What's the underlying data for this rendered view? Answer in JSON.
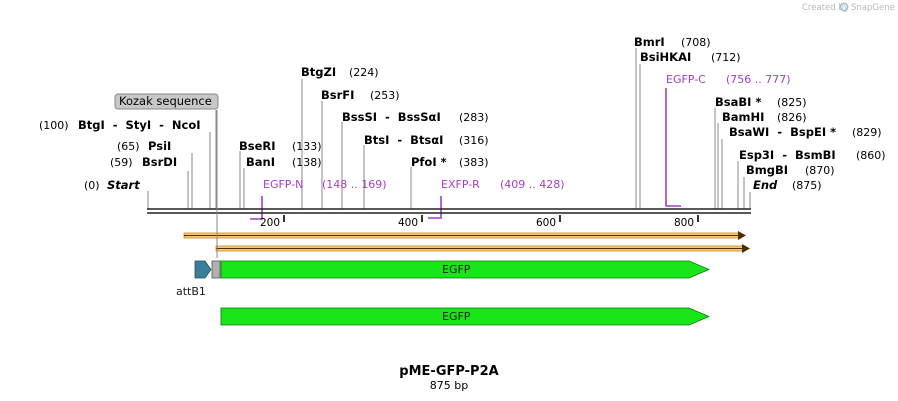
{
  "credit": {
    "text": "Created by",
    "brand": "SnapGene"
  },
  "map": {
    "title": "pME-GFP-P2A",
    "length_label": "875 bp",
    "ruler_ticks": [
      "200",
      "400",
      "600",
      "800"
    ],
    "features": [
      {
        "name": "EGFP",
        "label": "EGFP",
        "color": "#19e619"
      },
      {
        "name": "EGFP",
        "label": "EGFP",
        "color": "#19e619"
      },
      {
        "name": "attB1",
        "label": "attB1",
        "color": "#3a7e99"
      },
      {
        "name": "Kozak sequence",
        "label": "Kozak sequence",
        "color": "#b0b0b0"
      }
    ],
    "primers": [
      {
        "name": "EGFP-N",
        "range": "(148 .. 169)",
        "color": "#a23ec6"
      },
      {
        "name": "EXFP-R",
        "range": "(409 .. 428)",
        "color": "#a23ec6"
      },
      {
        "name": "EGFP-C",
        "range": "(756 .. 777)",
        "color": "#a23ec6"
      }
    ],
    "sites_left": [
      {
        "pos": "(0)",
        "name": "Start"
      },
      {
        "pos": "(59)",
        "name": "BsrDI"
      },
      {
        "pos": "(65)",
        "name": "PsiI"
      },
      {
        "pos": "(100)",
        "name": "BtgI  -  StyI  -  NcoI"
      }
    ],
    "sites_right": [
      {
        "name": "BseRI",
        "pos": "(133)"
      },
      {
        "name": "BanI",
        "pos": "(138)"
      },
      {
        "name": "BtgZI",
        "pos": "(224)"
      },
      {
        "name": "BsrFI",
        "pos": "(253)"
      },
      {
        "name": "BssSI  -  BssSαI",
        "pos": "(283)"
      },
      {
        "name": "BtsI  -  BtsαI",
        "pos": "(316)"
      },
      {
        "name": "PfoI *",
        "pos": "(383)"
      },
      {
        "name": "BmrI",
        "pos": "(708)"
      },
      {
        "name": "BsiHKAI",
        "pos": "(712)"
      },
      {
        "name": "BsaBI *",
        "pos": "(825)"
      },
      {
        "name": "BamHI",
        "pos": "(826)"
      },
      {
        "name": "BsaWI  -  BspEI *",
        "pos": "(829)"
      },
      {
        "name": "Esp3I  -  BsmBI",
        "pos": "(860)"
      },
      {
        "name": "BmgBI",
        "pos": "(870)"
      },
      {
        "name": "End",
        "pos": "(875)"
      }
    ]
  }
}
